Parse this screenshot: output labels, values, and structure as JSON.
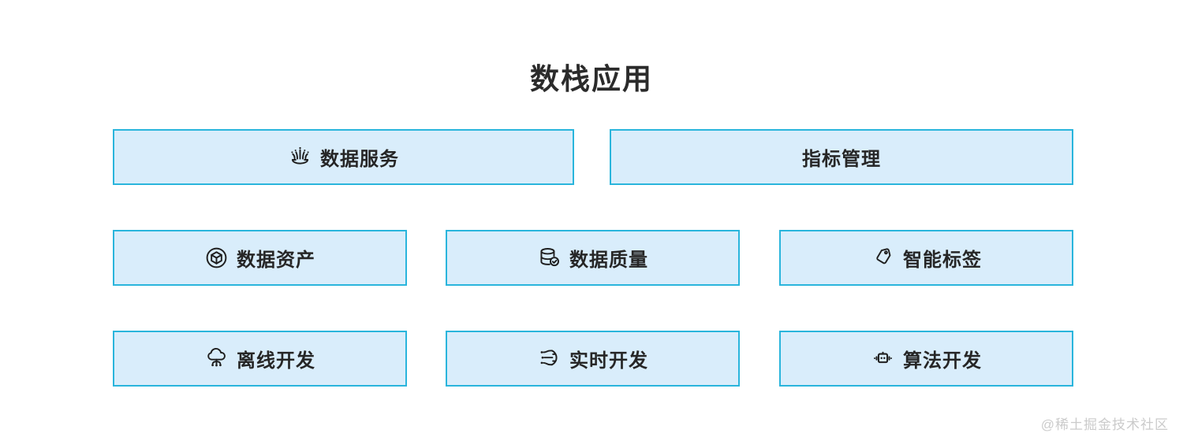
{
  "title": "数栈应用",
  "watermark": "@稀土掘金技术社区",
  "colors": {
    "box_border": "#2AB5DC",
    "box_fill": "#D9EDFB",
    "box_text": "#262626",
    "title_text": "#2B2B2B",
    "watermark_text": "#CBCBCB",
    "icon": "#1F1F1F"
  },
  "rows": [
    {
      "items": [
        {
          "label": "数据服务",
          "icon": "fountain-icon"
        },
        {
          "label": "指标管理",
          "icon": ""
        }
      ]
    },
    {
      "items": [
        {
          "label": "数据资产",
          "icon": "cube-circle-icon"
        },
        {
          "label": "数据质量",
          "icon": "database-check-icon"
        },
        {
          "label": "智能标签",
          "icon": "tag-icon"
        }
      ]
    },
    {
      "items": [
        {
          "label": "离线开发",
          "icon": "cloud-network-icon"
        },
        {
          "label": "实时开发",
          "icon": "stream-icon"
        },
        {
          "label": "算法开发",
          "icon": "robot-icon"
        }
      ]
    }
  ]
}
